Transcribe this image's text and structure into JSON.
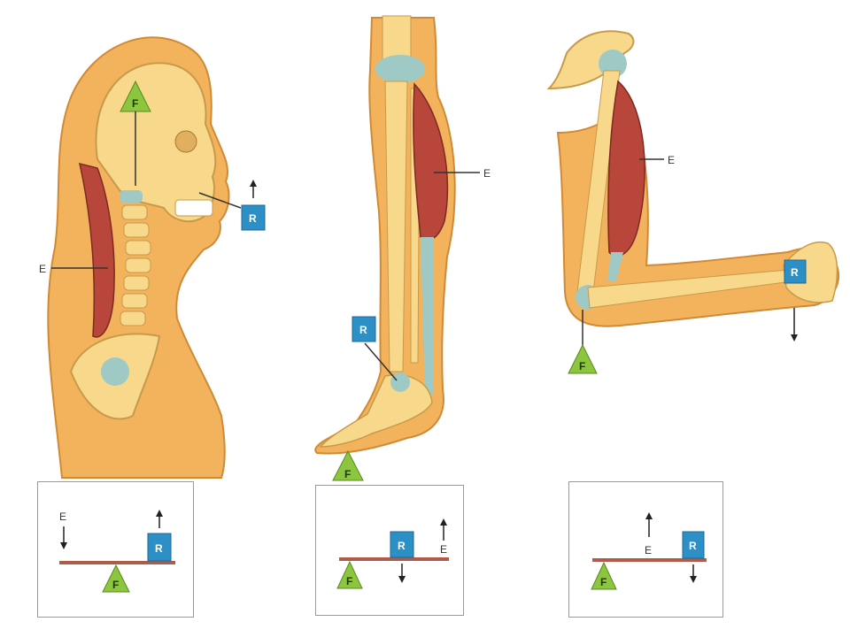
{
  "labels": {
    "effort": "E",
    "resistance": "R",
    "fulcrum": "F"
  },
  "colors": {
    "fulcrum": "#8cc63f",
    "resistance": "#2c8fc6",
    "lever": "#b05a4a",
    "skin": "#f2b35c",
    "bone": "#f8d88a",
    "muscle": "#b8463a",
    "cartilage": "#9fc9c4"
  },
  "diagrams": [
    {
      "name": "head-neck",
      "lever_class": "first",
      "order": [
        "effort",
        "fulcrum",
        "resistance"
      ]
    },
    {
      "name": "leg-foot",
      "lever_class": "second",
      "order": [
        "fulcrum",
        "resistance",
        "effort"
      ]
    },
    {
      "name": "arm-forearm",
      "lever_class": "third",
      "order": [
        "fulcrum",
        "effort",
        "resistance"
      ]
    }
  ]
}
